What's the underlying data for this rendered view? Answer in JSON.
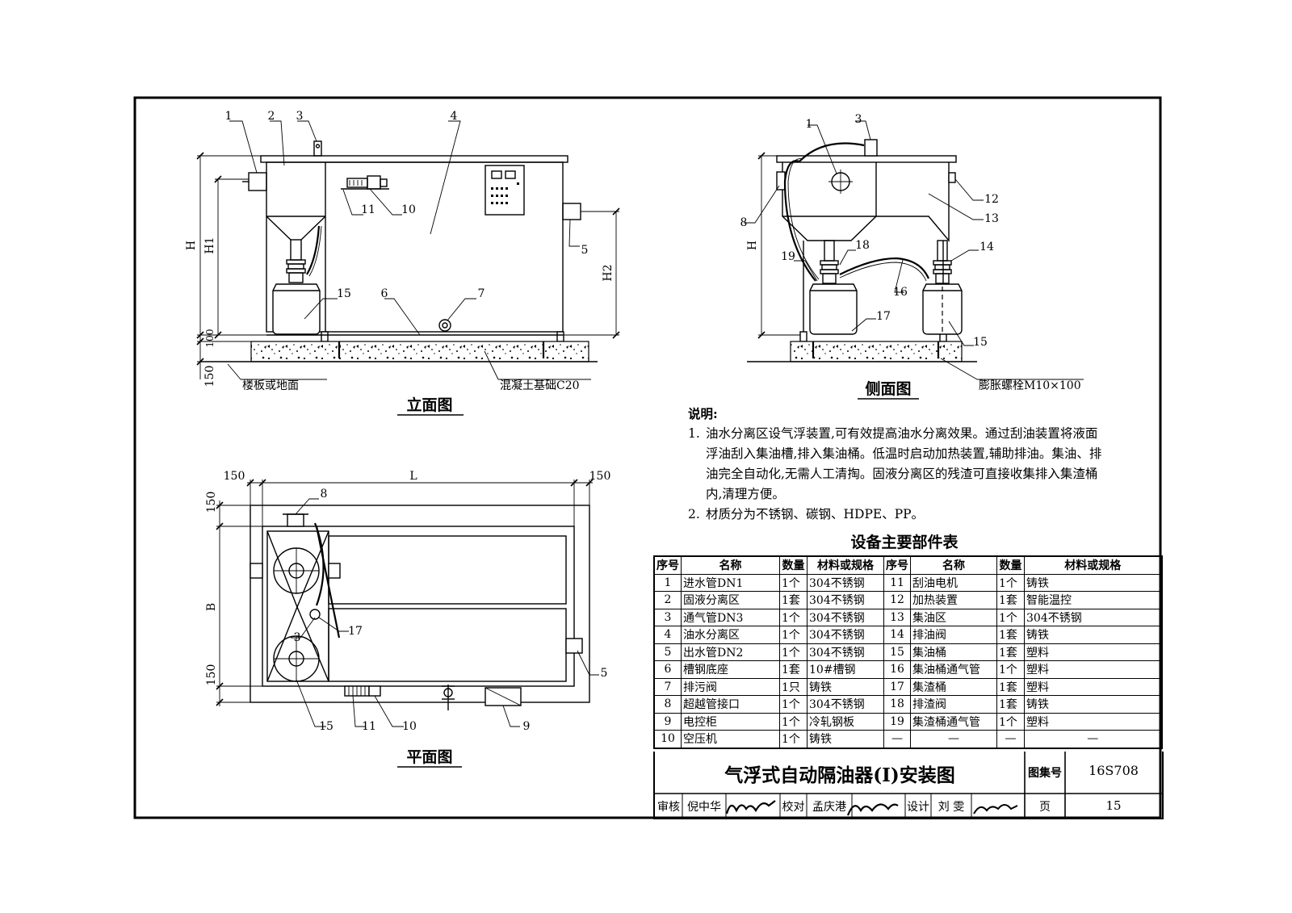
{
  "elevation": {
    "title": "立面图",
    "callouts": [
      "1",
      "2",
      "3",
      "4",
      "10",
      "11",
      "15",
      "6",
      "7",
      "5"
    ],
    "dims": {
      "h": "H",
      "h1": "H1",
      "h2": "H2",
      "d100": "100",
      "d150": "150"
    },
    "floor_label": "楼板或地面",
    "foundation_label": "混凝土基础C20"
  },
  "side": {
    "title": "侧面图",
    "callouts": [
      "1",
      "3",
      "8",
      "12",
      "13",
      "19",
      "18",
      "14",
      "16",
      "17",
      "15"
    ],
    "dim_h": "H",
    "bolt_label": "膨胀螺栓M10×100"
  },
  "plan": {
    "title": "平面图",
    "callouts": [
      "8",
      "17",
      "3",
      "5",
      "15",
      "11",
      "10",
      "9"
    ],
    "dims": {
      "l": "L",
      "b": "B",
      "d150": "150"
    }
  },
  "notes": {
    "heading": "说明:",
    "items": [
      {
        "num": "1.",
        "text": "油水分离区设气浮装置,可有效提高油水分离效果。通过刮油装置将液面浮油刮入集油槽,排入集油桶。低温时启动加热装置,辅助排油。集油、排油完全自动化,无需人工清掏。固液分离区的残渣可直接收集排入集渣桶内,清理方便。"
      },
      {
        "num": "2.",
        "text": "材质分为不锈钢、碳钢、HDPE、PP。"
      }
    ]
  },
  "parts_table": {
    "title": "设备主要部件表",
    "headers": [
      "序号",
      "名称",
      "数量",
      "材料或规格",
      "序号",
      "名称",
      "数量",
      "材料或规格"
    ],
    "rows": [
      [
        "1",
        "进水管DN1",
        "1个",
        "304不锈钢",
        "11",
        "刮油电机",
        "1个",
        "铸铁"
      ],
      [
        "2",
        "固液分离区",
        "1套",
        "304不锈钢",
        "12",
        "加热装置",
        "1套",
        "智能温控"
      ],
      [
        "3",
        "通气管DN3",
        "1个",
        "304不锈钢",
        "13",
        "集油区",
        "1个",
        "304不锈钢"
      ],
      [
        "4",
        "油水分离区",
        "1个",
        "304不锈钢",
        "14",
        "排油阀",
        "1套",
        "铸铁"
      ],
      [
        "5",
        "出水管DN2",
        "1个",
        "304不锈钢",
        "15",
        "集油桶",
        "1套",
        "塑料"
      ],
      [
        "6",
        "槽钢底座",
        "1套",
        "10#槽钢",
        "16",
        "集油桶通气管",
        "1个",
        "塑料"
      ],
      [
        "7",
        "排污阀",
        "1只",
        "铸铁",
        "17",
        "集渣桶",
        "1套",
        "塑料"
      ],
      [
        "8",
        "超越管接口",
        "1个",
        "304不锈钢",
        "18",
        "排渣阀",
        "1套",
        "铸铁"
      ],
      [
        "9",
        "电控柜",
        "1个",
        "冷轧钢板",
        "19",
        "集渣桶通气管",
        "1个",
        "塑料"
      ],
      [
        "10",
        "空压机",
        "1个",
        "铸铁",
        "—",
        "—",
        "—",
        "—"
      ]
    ]
  },
  "title_block": {
    "drawing_title": "气浮式自动隔油器(Ⅰ)安装图",
    "atlas_label": "图集号",
    "atlas_no": "16S708",
    "review_label": "审核",
    "reviewer": "倪中华",
    "check_label": "校对",
    "checker": "孟庆港",
    "design_label": "设计",
    "designer": "刘 雯",
    "page_label": "页",
    "page_no": "15"
  }
}
